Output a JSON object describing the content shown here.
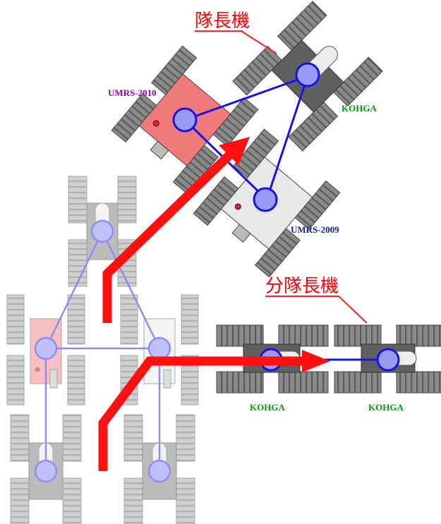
{
  "labels": {
    "leader": "隊長機",
    "subleader": "分隊長機",
    "umrs2010": "UMRS-2010",
    "umrs2009": "UMRS-2009",
    "kohga_top": "KOHGA",
    "kohga_mid": "KOHGA",
    "kohga_right": "KOHGA"
  },
  "colors": {
    "red_label": "#ff0000",
    "purple_label": "#a000a0",
    "navy_label": "#1a1aa0",
    "green_label": "#00a000",
    "link_strong": "#1414e6",
    "link_faint": "#7a7af0",
    "arrow_red": "#ff1010"
  }
}
